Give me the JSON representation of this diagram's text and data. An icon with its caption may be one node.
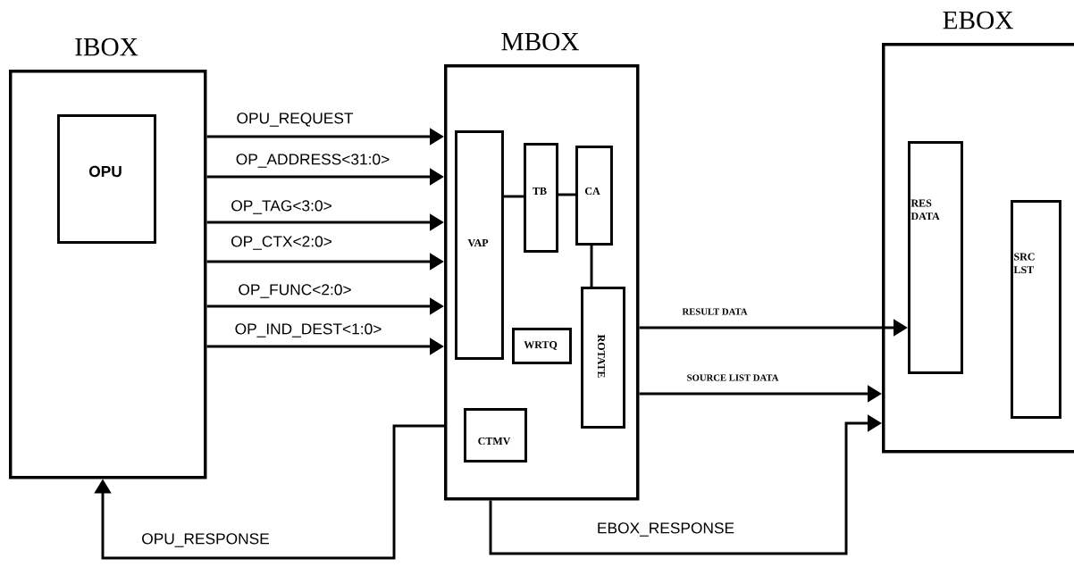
{
  "diagram": {
    "nodes": [
      {
        "text": [
          "IBOX"
        ]
      },
      {
        "text": [
          "OPU"
        ],
        "in": 0
      },
      {
        "text": [
          "MBOX"
        ]
      },
      {
        "text": [
          "VAP"
        ],
        "in": 2
      },
      {
        "text": [
          "TB"
        ],
        "in": 2
      },
      {
        "text": [
          "CA"
        ],
        "in": 2
      },
      {
        "text": [
          "ROTATE"
        ],
        "in": 2
      },
      {
        "text": [
          "WRTQ"
        ],
        "in": 2
      },
      {
        "text": [
          "CTMV"
        ],
        "in": 2
      },
      {
        "text": [
          "EBOX"
        ]
      },
      {
        "text": [
          "RES DATA"
        ],
        "in": 9
      },
      {
        "text": [
          "SRC LST"
        ],
        "in": 9
      }
    ],
    "edges": [
      {
        "from": 0,
        "to": 2,
        "arrow": "to",
        "label": "OPU_REQUEST"
      },
      {
        "from": 0,
        "to": 2,
        "arrow": "to",
        "label": "OP_ADDRESS<31:0>"
      },
      {
        "from": 0,
        "to": 2,
        "arrow": "to",
        "label": "OP_TAG<3:0>"
      },
      {
        "from": 0,
        "to": 2,
        "arrow": "to",
        "label": "OP_CTX<2:0>"
      },
      {
        "from": 0,
        "to": 2,
        "arrow": "to",
        "label": "OP_FUNC<2:0>"
      },
      {
        "from": 0,
        "to": 2,
        "arrow": "to",
        "label": "OP_IND_DEST<1:0>"
      },
      {
        "from": 3,
        "to": 4,
        "arrow": "none"
      },
      {
        "from": 4,
        "to": 5,
        "arrow": "none"
      },
      {
        "from": 5,
        "to": 6,
        "arrow": "none"
      },
      {
        "from": 2,
        "to": 10,
        "arrow": "to",
        "label": "RESULT DATA"
      },
      {
        "from": 2,
        "to": 9,
        "arrow": "to",
        "label": "SOURCE LIST DATA"
      },
      {
        "from": 2,
        "to": 9,
        "arrow": "to",
        "label": "EBOX_RESPONSE"
      },
      {
        "from": 2,
        "to": 0,
        "arrow": "to",
        "label": "OPU_RESPONSE"
      }
    ]
  }
}
